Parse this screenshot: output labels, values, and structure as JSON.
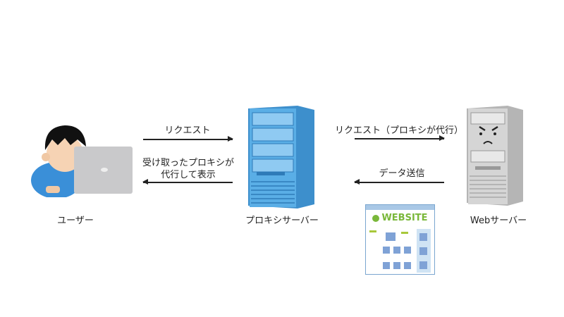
{
  "nodes": {
    "user": "ユーザー",
    "proxy": "プロキシサーバー",
    "web": "Webサーバー"
  },
  "edges": {
    "user_to_proxy": "リクエスト",
    "proxy_to_user_line1": "受け取ったプロキシが",
    "proxy_to_user_line2": "代行して表示",
    "proxy_to_web": "リクエスト（プロキシが代行）",
    "web_to_proxy": "データ送信"
  },
  "website_logo": "WEBSITE",
  "colors": {
    "proxy": "#4a9fd8",
    "web": "#c8c8c8",
    "user_shirt": "#3a8fd8",
    "logo": "#7ab83a"
  }
}
